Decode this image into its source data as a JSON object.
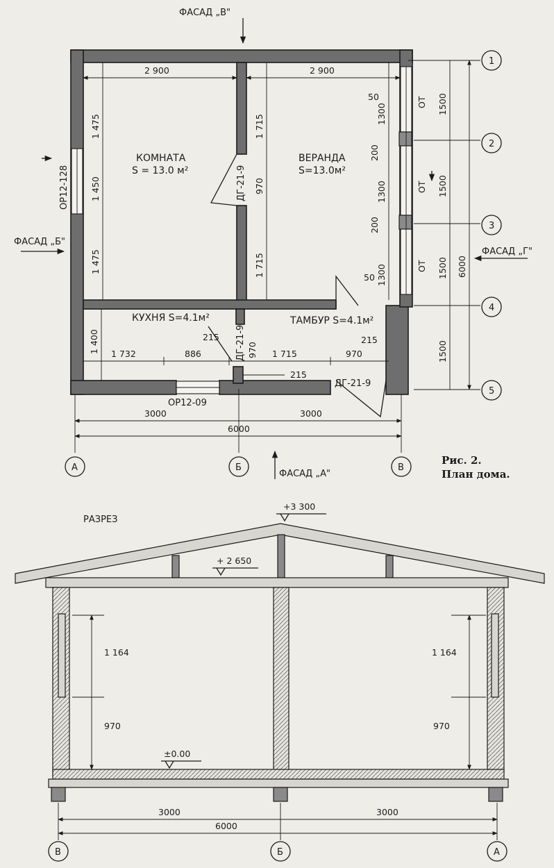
{
  "plan": {
    "facades": {
      "a": "ФАСАД „А\"",
      "b": "ФАСАД „Б\"",
      "v": "ФАСАД „В\"",
      "g": "ФАСАД „Г\""
    },
    "rooms": {
      "room": {
        "name": "КОМНАТА",
        "area": "S = 13.0 м²"
      },
      "veranda": {
        "name": "ВЕРАНДА",
        "area": "S=13.0м²"
      },
      "kitchen": {
        "label": "КУХНЯ S=4.1м²"
      },
      "tambur": {
        "label": "ТАМБУР S=4.1м²"
      }
    },
    "openings": {
      "window_left": "ОР12-128",
      "window_bottom": "ОР12-09",
      "door_inner": "ДГ-21-9",
      "door_kitchen": "ДГ-21-9",
      "door_entry": "ДГ-21-9"
    },
    "dims": {
      "top_left": "2 900",
      "top_right": "2 900",
      "left_1": "1 475",
      "left_2": "1 450",
      "left_3": "1 475",
      "left_4": "1 400",
      "mid_1": "1 715",
      "mid_2": "970",
      "mid_3": "1 715",
      "right_50a": "50",
      "right_1300a": "1300",
      "right_200a": "200",
      "right_1300b": "1300",
      "right_200b": "200",
      "right_1300c": "1300",
      "right_50b": "50",
      "ot1": "ОТ",
      "ot2": "ОТ",
      "ot3": "ОТ",
      "axis_1500a": "1500",
      "axis_1500b": "1500",
      "axis_1500c": "1500",
      "axis_1500d": "1500",
      "axis_6000": "6000",
      "bot_1732": "1 732",
      "bot_886": "886",
      "bot_215a": "215",
      "bot_970k": "970",
      "bot_1715": "1 715",
      "bot_970": "970",
      "bot_215b": "215",
      "bot_215c": "215",
      "bottom_3000a": "3000",
      "bottom_3000b": "3000",
      "bottom_6000": "6000"
    },
    "axes": {
      "a": "А",
      "b": "Б",
      "v": "В",
      "n1": "1",
      "n2": "2",
      "n3": "3",
      "n4": "4",
      "n5": "5"
    }
  },
  "caption": {
    "line1": "Рис. 2.",
    "line2": "План дома."
  },
  "section": {
    "title": "РАЗРЕЗ",
    "marks": {
      "ridge": "+3 300",
      "ceiling": "+ 2 650",
      "floor": "±0.00"
    },
    "dims": {
      "left_1164": "1 164",
      "left_970": "970",
      "right_1164": "1 164",
      "right_970": "970",
      "bot_3000a": "3000",
      "bot_3000b": "3000",
      "bot_6000": "6000"
    },
    "axes": {
      "v": "В",
      "b": "Б",
      "a": "А"
    }
  }
}
